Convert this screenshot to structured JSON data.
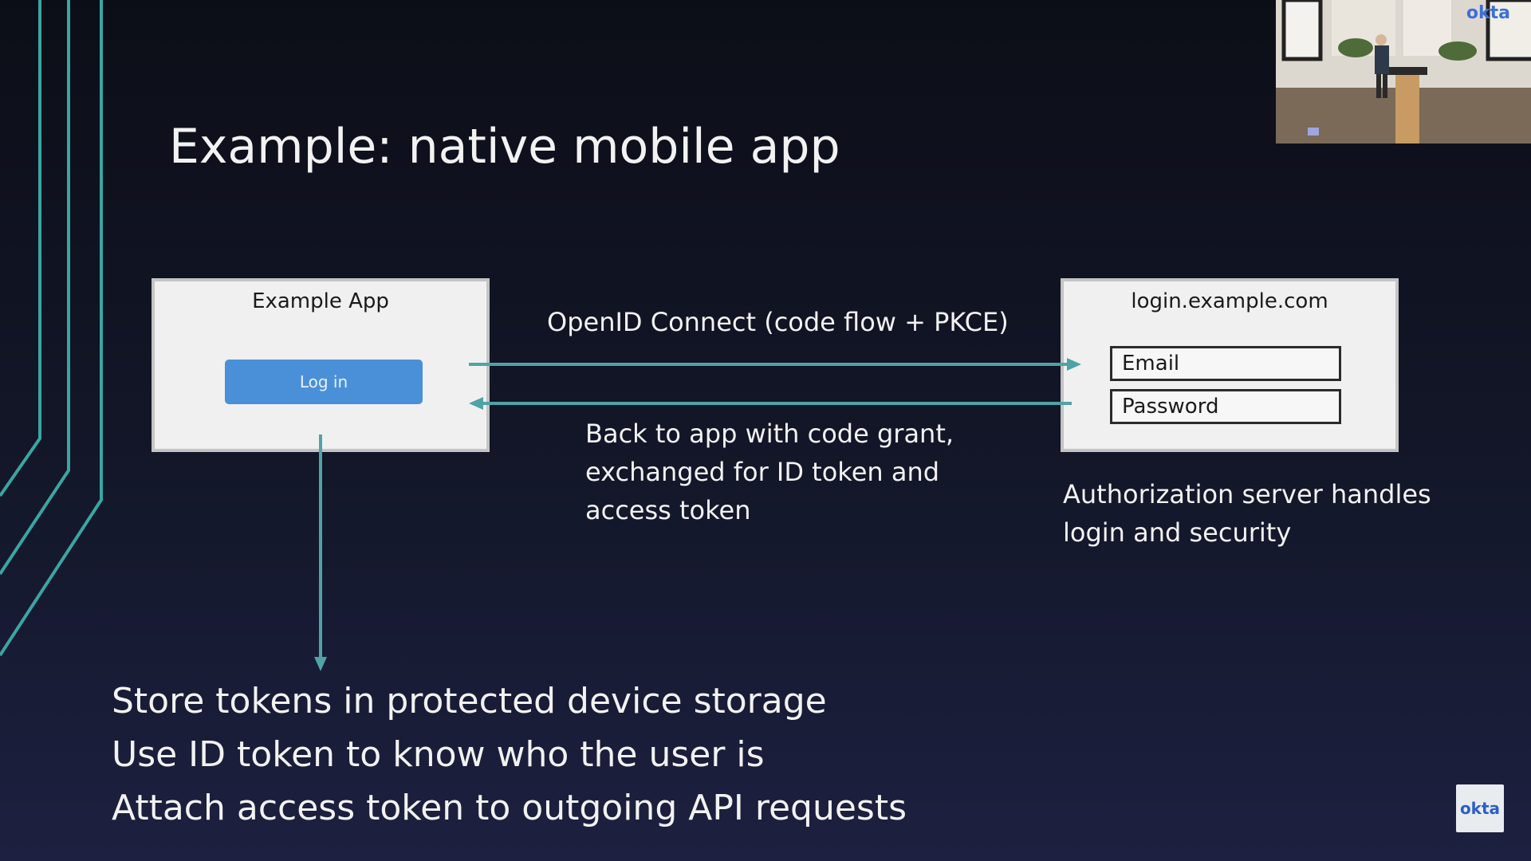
{
  "slide": {
    "title": "Example: native mobile app"
  },
  "app_box": {
    "title": "Example App",
    "button_label": "Log in"
  },
  "auth_box": {
    "title": "login.example.com",
    "email_label": "Email",
    "password_label": "Password"
  },
  "flow": {
    "top_label": "OpenID Connect (code flow + PKCE)",
    "return_lines": [
      "Back to app with code grant,",
      "exchanged for ID token and",
      "access token"
    ],
    "auth_note_lines": [
      "Authorization server handles",
      "login and security"
    ]
  },
  "bottom_lines": [
    "Store tokens in protected device storage",
    "Use ID token to know who the user is",
    "Attach access token to outgoing API requests"
  ],
  "branding": {
    "webcam_logo": "okta",
    "corner_logo": "okta"
  },
  "colors": {
    "arrow": "#4fa3a5",
    "deco_line": "#3aa6a2",
    "button": "#4a90d9"
  }
}
